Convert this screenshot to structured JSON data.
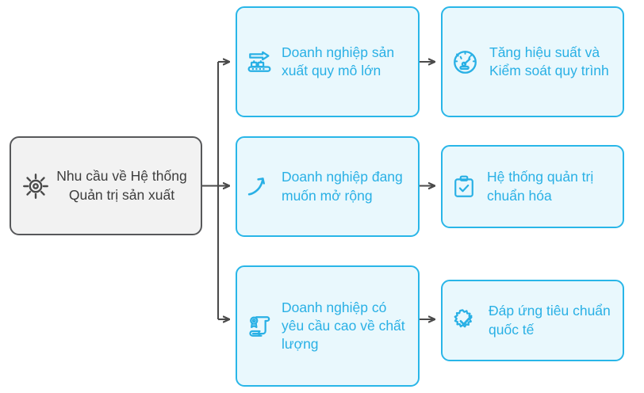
{
  "diagram": {
    "type": "flowchart",
    "orientation": "left-to-right",
    "colors": {
      "accent": "#29b0e5",
      "accent_border": "#29b6e8",
      "card_fill": "#e9f8fd",
      "root_fill": "#f2f2f2",
      "root_border": "#57585a",
      "root_text": "#3d3d3d",
      "connector": "#4a4a4a"
    },
    "root": {
      "label": "Nhu cầu về Hệ thống Quản trị sản xuất",
      "icon": "gear-icon"
    },
    "branches": [
      {
        "condition": {
          "label": "Doanh nghiệp sản xuất quy mô lớn",
          "icon": "conveyor-belt-icon"
        },
        "outcome": {
          "label": "Tăng hiệu suất và Kiểm soát quy trình",
          "icon": "speedometer-icon"
        }
      },
      {
        "condition": {
          "label": "Doanh nghiệp đang muốn mở rộng",
          "icon": "growth-arrow-icon"
        },
        "outcome": {
          "label": "Hệ thống quản trị chuẩn hóa",
          "icon": "clipboard-check-icon"
        }
      },
      {
        "condition": {
          "label": "Doanh nghiệp có yêu cầu cao về chất lượng",
          "icon": "certificate-scroll-icon"
        },
        "outcome": {
          "label": "Đáp ứng tiêu chuẩn quốc tế",
          "icon": "gear-check-icon"
        }
      }
    ]
  }
}
